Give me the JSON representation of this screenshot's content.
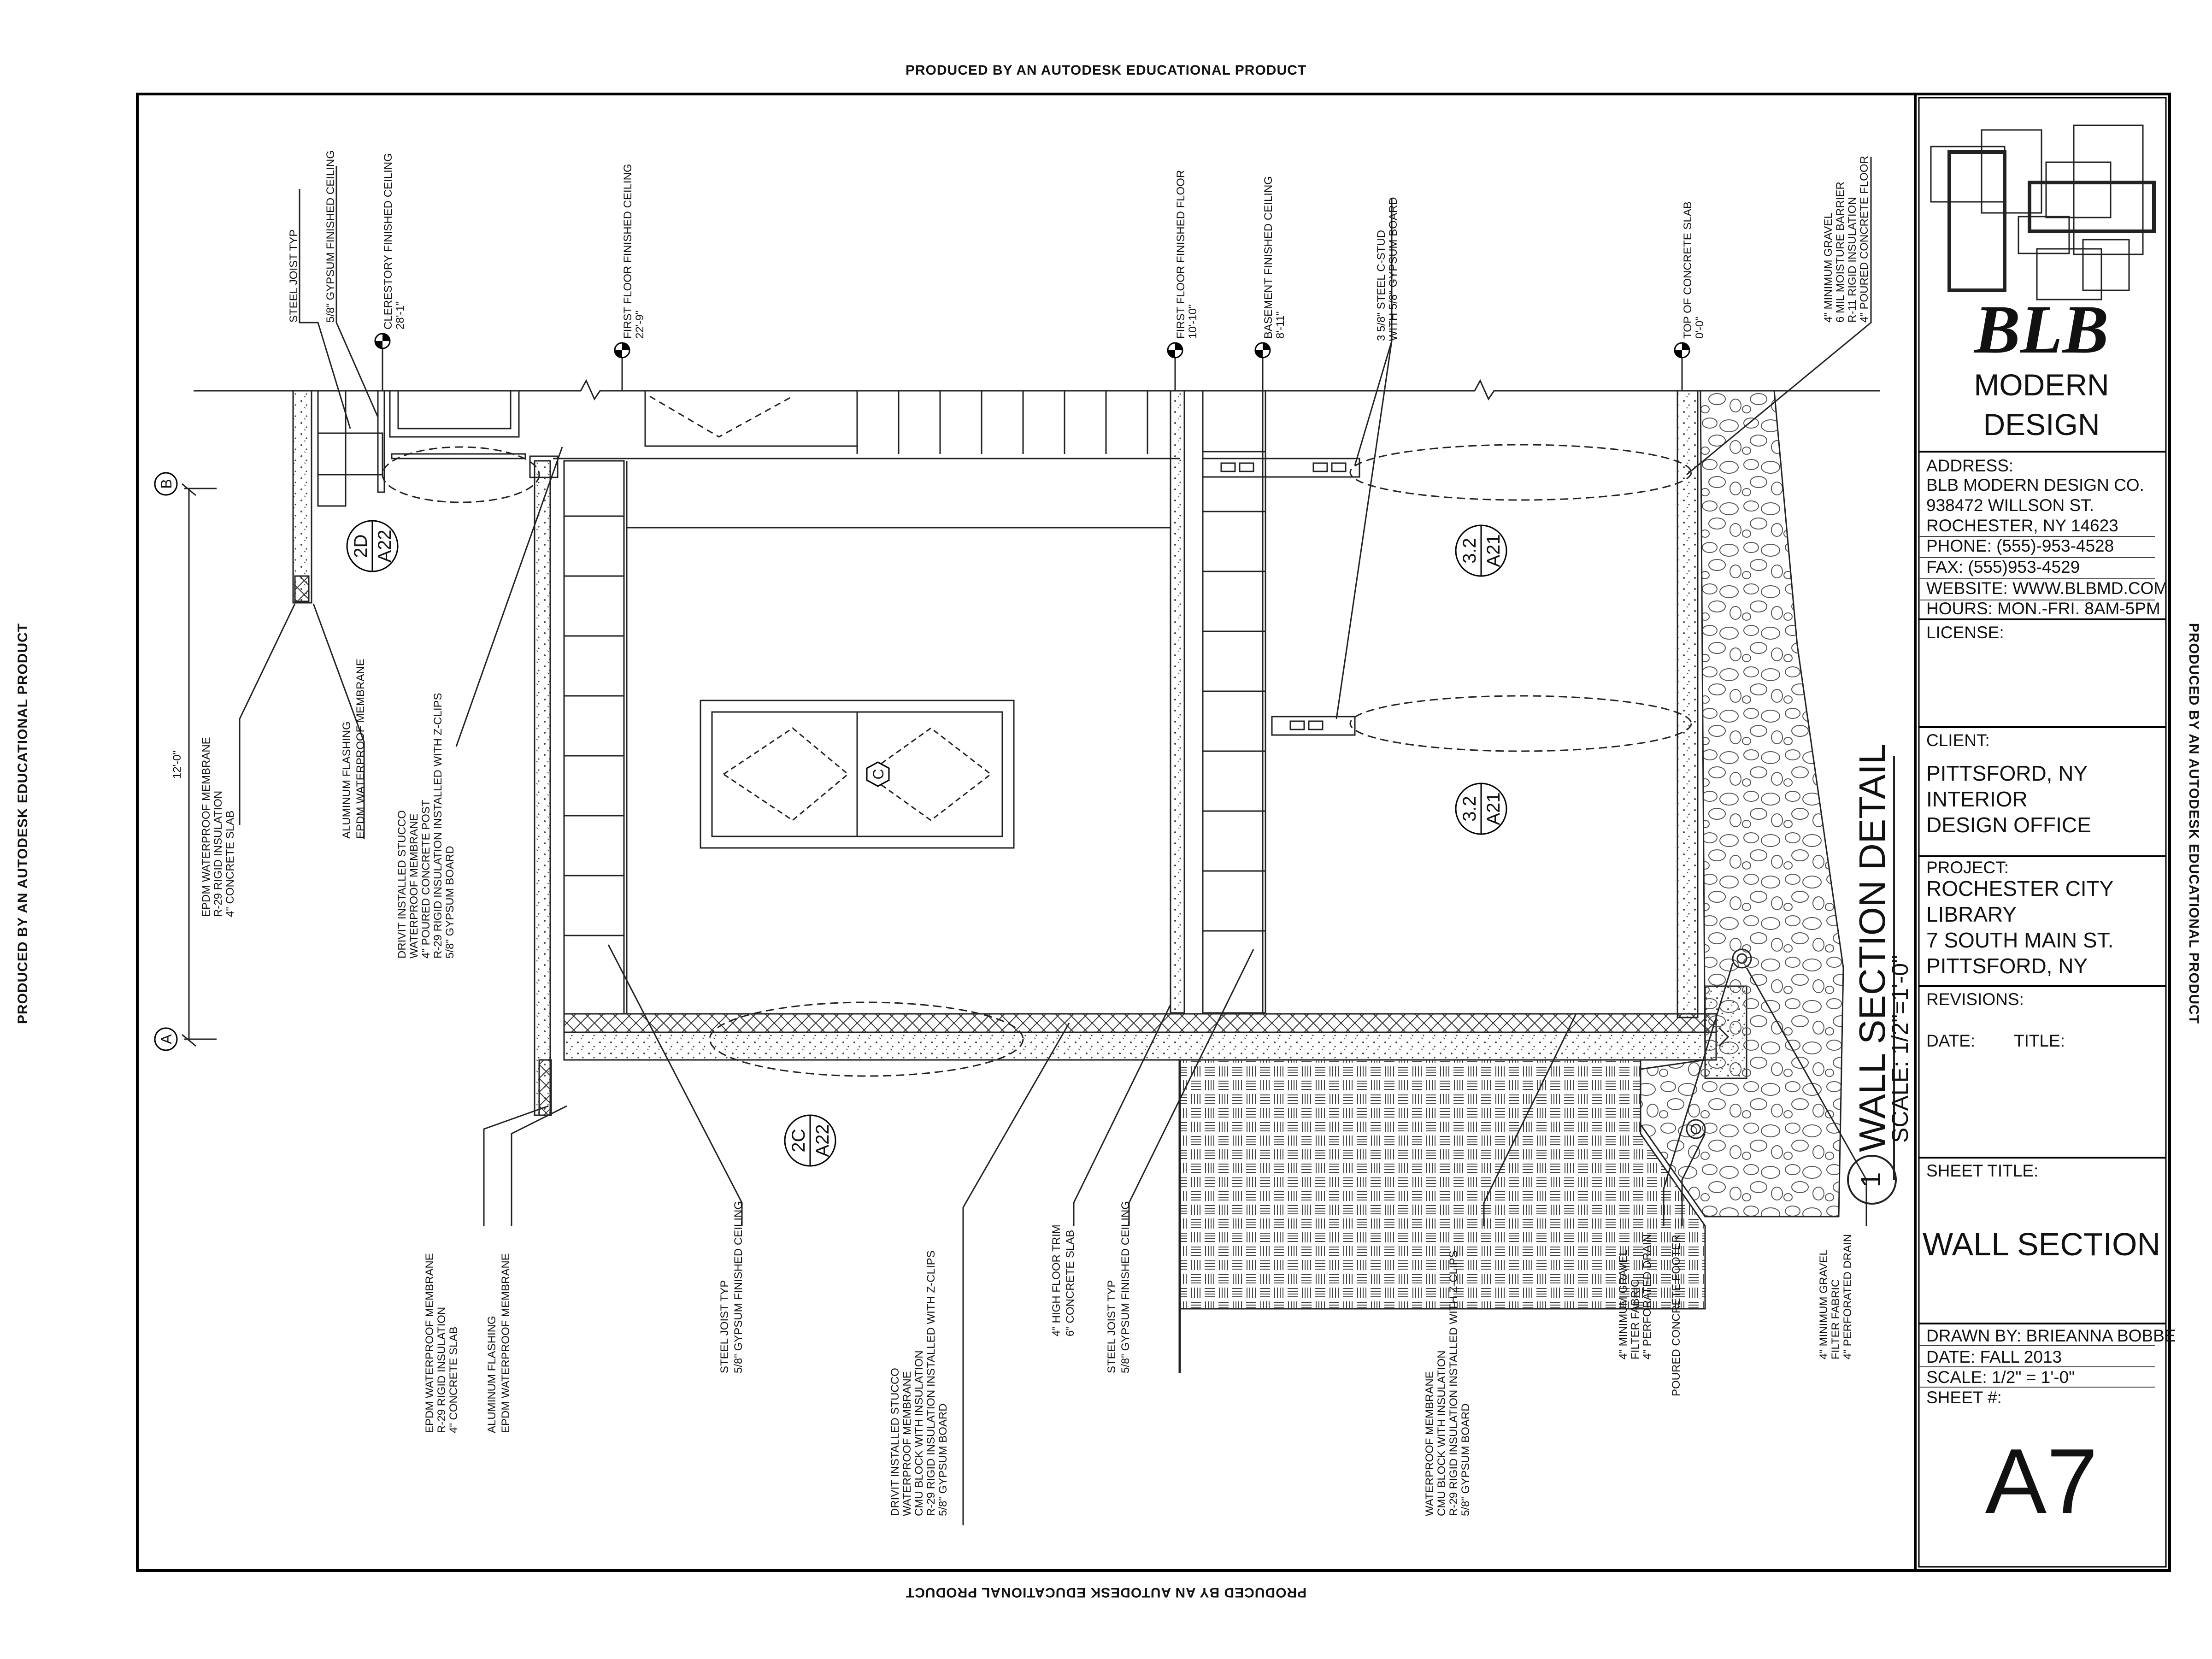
{
  "watermark": "PRODUCED BY AN AUTODESK EDUCATIONAL PRODUCT",
  "title_block": {
    "logo_text": "BLB",
    "company_line1": "MODERN",
    "company_line2": "DESIGN",
    "address_label": "ADDRESS:",
    "address_lines": [
      "BLB MODERN DESIGN CO.",
      "938472 WILLSON ST.",
      "ROCHESTER, NY 14623"
    ],
    "phone": "PHONE: (555)-953-4528",
    "fax": "FAX: (555)953-4529",
    "website": "WEBSITE: WWW.BLBMD.COM",
    "hours": "HOURS: MON.-FRI. 8AM-5PM",
    "license_label": "LICENSE:",
    "client_label": "CLIENT:",
    "client_lines": [
      "PITTSFORD, NY",
      "INTERIOR",
      "DESIGN OFFICE"
    ],
    "project_label": "PROJECT:",
    "project_lines": [
      "ROCHESTER CITY",
      "LIBRARY",
      "7 SOUTH MAIN ST.",
      "PITTSFORD, NY"
    ],
    "revisions_label": "REVISIONS:",
    "date_col": "DATE:",
    "title_col": "TITLE:",
    "sheet_title_label": "SHEET TITLE:",
    "sheet_title": "WALL SECTION",
    "drawn_by": "DRAWN BY: BRIEANNA BOBBE",
    "date": "DATE: FALL 2013",
    "scale": "SCALE: 1/2\" = 1'-0\"",
    "sheet_no_label": "SHEET #:",
    "sheet_no": "A7"
  },
  "drawing": {
    "title": "WALL SECTION DETAIL",
    "scale": "SCALE: 1/2\"=1'-0\"",
    "number": "1",
    "grid_a": "A",
    "grid_b": "B",
    "dim_12": "12'-0\"",
    "window_tag": "C",
    "elevations": [
      {
        "name": "CLERESTORY FINISHED CEILING",
        "value": "28'-1\""
      },
      {
        "name": "FIRST FLOOR FINISHED CEILING",
        "value": "22'-9\""
      },
      {
        "name": "FIRST FLOOR FINISHED FLOOR",
        "value": "10'-10\""
      },
      {
        "name": "BASEMENT FINISHED CEILING",
        "value": "8'-11\""
      },
      {
        "name": "TOP OF CONCRETE SLAB",
        "value": "0'-0\""
      }
    ],
    "callouts": [
      {
        "top": "2D",
        "bottom": "A22"
      },
      {
        "top": "3.2",
        "bottom": "A21"
      },
      {
        "top": "3.2",
        "bottom": "A21"
      },
      {
        "top": "2C",
        "bottom": "A22"
      }
    ],
    "notes_top": [
      {
        "lines": [
          "STEEL JOIST TYP"
        ]
      },
      {
        "lines": [
          "5/8\" GYPSUM FINISHED CEILING"
        ]
      },
      {
        "lines": [
          "3 5/8\" STEEL C-STUD",
          "WITH 5/8\" GYPSUM BOARD"
        ]
      },
      {
        "lines": [
          "4\" MINIMUM GRAVEL",
          "6 MIL MOISTURE BARRIER",
          "R-11 RIGID INSULATION",
          "4\" POURED CONCRETE FLOOR"
        ]
      }
    ],
    "notes_upper_left": [
      {
        "lines": [
          "EPDM WATERPROOF MEMBRANE",
          "R-29 RIGID INSULATION",
          "4\" CONCRETE SLAB"
        ]
      },
      {
        "lines": [
          "ALUMINUM FLASHING",
          "EPDM WATERPROOF MEMBRANE"
        ]
      },
      {
        "lines": [
          "DRIVIT INSTALLED STUCCO",
          "WATERPROOF MEMBRANE",
          "4\" POURED CONCRETE POST",
          "R-29 RIGID INSULATION INSTALLED WITH Z-CLIPS",
          "5/8\" GYPSUM BOARD"
        ]
      }
    ],
    "notes_bottom": [
      {
        "lines": [
          "EPDM WATERPROOF MEMBRANE",
          "R-29 RIGID INSULATION",
          "4\" CONCRETE SLAB"
        ]
      },
      {
        "lines": [
          "ALUMINUM FLASHING",
          "EPDM WATERPROOF MEMBRANE"
        ]
      },
      {
        "lines": [
          "STEEL JOIST TYP",
          "5/8\" GYPSUM FINISHED CEILING"
        ]
      },
      {
        "lines": [
          "DRIVIT INSTALLED STUCCO",
          "WATERPROOF MEMBRANE",
          "CMU BLOCK WITH INSULATION",
          "R-29 RIGID INSULATION INSTALLED WITH Z-CLIPS",
          "5/8\" GYPSUM BOARD"
        ]
      },
      {
        "lines": [
          "4\" HIGH FLOOR TRIM",
          "6\" CONCRETE SLAB"
        ]
      },
      {
        "lines": [
          "STEEL JOIST TYP",
          "5/8\" GYPSUM FINISHED CEILING"
        ]
      },
      {
        "lines": [
          "WATERPROOF MEMBRANE",
          "CMU BLOCK WITH INSULATION",
          "R-29 RIGID INSULATION INSTALLED WITH Z-CLIPS",
          "5/8\" GYPSUM BOARD"
        ]
      },
      {
        "lines": [
          "4\" MINIMUM GRAVEL",
          "FILTER FABRIC",
          "4\" PERFORATED DRAIN"
        ]
      },
      {
        "lines": [
          "POURED CONCRETE FOOTER"
        ]
      },
      {
        "lines": [
          "4\" MINIMUM GRAVEL",
          "FILTER FABRIC",
          "4\" PERFORATED DRAIN"
        ]
      }
    ]
  }
}
